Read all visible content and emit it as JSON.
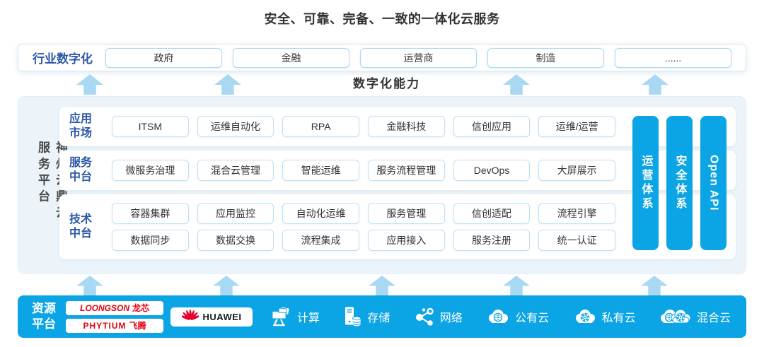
{
  "title": "安全、可靠、完备、一致的一体化云服务",
  "industry_row": {
    "label": "行业数字化",
    "items": [
      "政府",
      "金融",
      "运营商",
      "制造",
      "......"
    ]
  },
  "capability_label": "数字化能力",
  "platform": {
    "side_label": "神州云鼎云服务平台",
    "rows": [
      {
        "label_lines": [
          "应用",
          "市场"
        ],
        "items": [
          "ITSM",
          "运维自动化",
          "RPA",
          "金融科技",
          "信创应用",
          "运维/运营"
        ]
      },
      {
        "label_lines": [
          "服务",
          "中台"
        ],
        "items": [
          "微服务治理",
          "混合云管理",
          "智能运维",
          "服务流程管理",
          "DevOps",
          "大屏展示"
        ]
      },
      {
        "label_lines": [
          "技术",
          "中台"
        ],
        "items": [
          "容器集群",
          "应用监控",
          "自动化运维",
          "服务管理",
          "信创适配",
          "流程引擎",
          "数据同步",
          "数据交换",
          "流程集成",
          "应用接入",
          "服务注册",
          "统一认证"
        ]
      }
    ],
    "pillars": [
      {
        "text": "运营体系",
        "slug": "operation-system",
        "lang": "cn"
      },
      {
        "text": "安全体系",
        "slug": "security-system",
        "lang": "cn"
      },
      {
        "text": "Open API",
        "slug": "open-api",
        "lang": "en"
      }
    ]
  },
  "resource_bar": {
    "label_lines": [
      "资源",
      "平台"
    ],
    "vendors": {
      "loongson_en": "LOONGSON",
      "loongson_cn": "龙芯",
      "phytium_en": "PHYTIUM",
      "phytium_cn": "飞腾",
      "huawei": "HUAWEI"
    },
    "capabilities": [
      {
        "icon": "compute-icon",
        "label": "计算"
      },
      {
        "icon": "storage-icon",
        "label": "存储"
      },
      {
        "icon": "network-icon",
        "label": "网络"
      },
      {
        "icon": "public-cloud-icon",
        "label": "公有云"
      },
      {
        "icon": "private-cloud-icon",
        "label": "私有云"
      },
      {
        "icon": "hybrid-cloud-icon",
        "label": "混合云"
      }
    ]
  },
  "colors": {
    "accent_cyan": "#0ba4e4",
    "arrow_blue": "#a9d8f3",
    "label_blue": "#2b57a8",
    "platform_bg": "#ecf4fa",
    "box_border": "#bfe0f3",
    "loongson_red": "#e60012",
    "huawei_red": "#e4002b",
    "text_dark": "#333333"
  }
}
